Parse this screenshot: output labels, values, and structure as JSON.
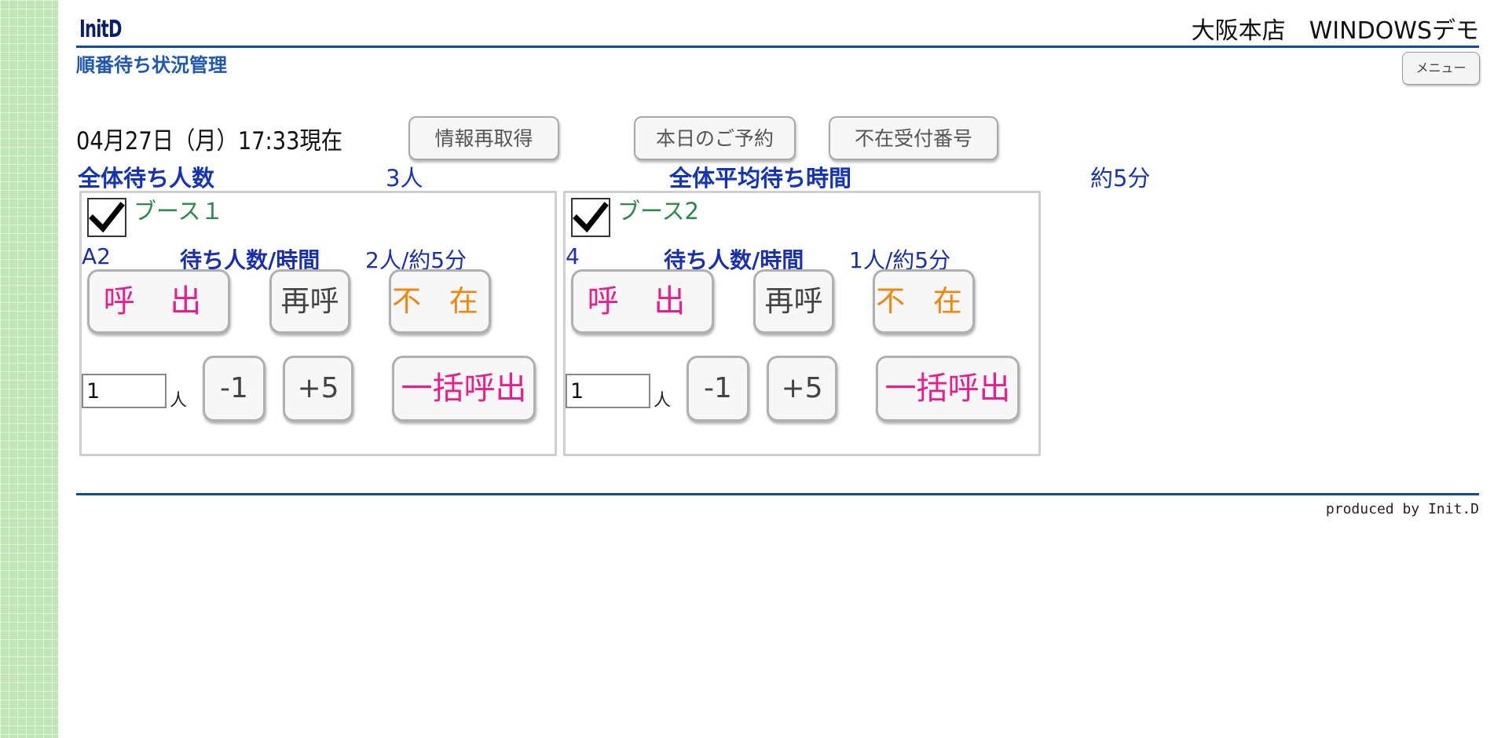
{
  "header": {
    "logo_text": "InitD",
    "store_title": "大阪本店　WINDOWSデモ",
    "page_title": "順番待ち状況管理",
    "menu_label": "メニュー"
  },
  "toolbar": {
    "datetime": "04月27日（月）17:33現在",
    "refresh_label": "情報再取得",
    "reservations_label": "本日のご予約",
    "absent_numbers_label": "不在受付番号"
  },
  "summary": {
    "total_waiting_label": "全体待ち人数",
    "total_waiting_value": "3人",
    "avg_wait_label": "全体平均待ち時間",
    "avg_wait_value": "約5分"
  },
  "booths": [
    {
      "name": "ブース１",
      "checked": true,
      "current_number": "A2",
      "wait_label": "待ち人数/時間",
      "wait_value": "2人/約5分",
      "call_label": "呼 出",
      "recall_label": "再呼",
      "absent_label": "不 在",
      "count_value": "1",
      "count_unit": "人",
      "minus_label": "-1",
      "plus_label": "+5",
      "bulk_label": "一括呼出"
    },
    {
      "name": "ブース2",
      "checked": true,
      "current_number": "4",
      "wait_label": "待ち人数/時間",
      "wait_value": "1人/約5分",
      "call_label": "呼 出",
      "recall_label": "再呼",
      "absent_label": "不 在",
      "count_value": "1",
      "count_unit": "人",
      "minus_label": "-1",
      "plus_label": "+5",
      "bulk_label": "一括呼出"
    }
  ],
  "footer": {
    "credit": "produced by Init.D"
  },
  "colors": {
    "sidebar": "#bfe6b4",
    "rule": "#0c4da2",
    "call": "#e91e8c",
    "absent": "#f0860c",
    "booth_name": "#2a8a4a",
    "label_blue": "#1a2fb0"
  }
}
